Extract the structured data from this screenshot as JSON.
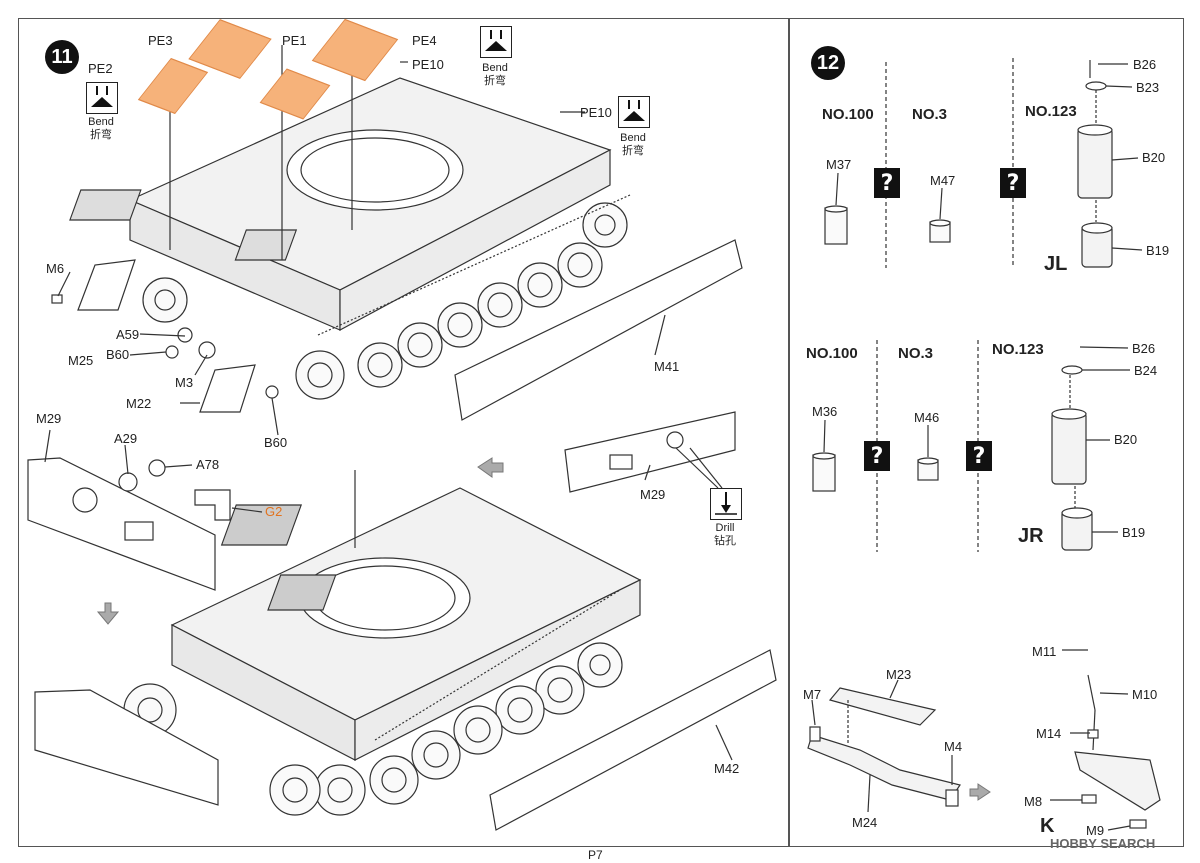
{
  "step11": {
    "number": "11",
    "labels": {
      "pe3": "PE3",
      "pe1": "PE1",
      "pe4": "PE4",
      "pe2": "PE2",
      "pe10a": "PE10",
      "pe10b": "PE10",
      "m6": "M6",
      "m25": "M25",
      "a59": "A59",
      "b60a": "B60",
      "m3": "M3",
      "m22": "M22",
      "b60b": "B60",
      "m41": "M41",
      "m29a": "M29",
      "a29": "A29",
      "a78": "A78",
      "g2": "G2",
      "m29b": "M29",
      "m42": "M42"
    },
    "bend_en": "Bend",
    "bend_zh": "折弯",
    "drill_en": "Drill",
    "drill_zh": "钻孔"
  },
  "step12": {
    "number": "12",
    "top": {
      "no100": "NO.100",
      "no3": "NO.3",
      "no123": "NO.123",
      "m37": "M37",
      "m47": "M47",
      "b26": "B26",
      "b23": "B23",
      "b20": "B20",
      "b19": "B19",
      "side": "JL"
    },
    "mid": {
      "no100": "NO.100",
      "no3": "NO.3",
      "no123": "NO.123",
      "m36": "M36",
      "m46": "M46",
      "b26": "B26",
      "b24": "B24",
      "b20": "B20",
      "b19": "B19",
      "side": "JR"
    },
    "bottom": {
      "m7": "M7",
      "m23": "M23",
      "m4": "M4",
      "m24": "M24",
      "m11": "M11",
      "m10": "M10",
      "m14": "M14",
      "m8": "M8",
      "m9": "M9",
      "k": "K"
    },
    "unknown": "?"
  },
  "page": "P7",
  "watermark": "HOBBY SEARCH",
  "colors": {
    "pe_fill": "#f6b27a",
    "g2_label": "#e2731f",
    "arrow_gray": "#aaa"
  }
}
